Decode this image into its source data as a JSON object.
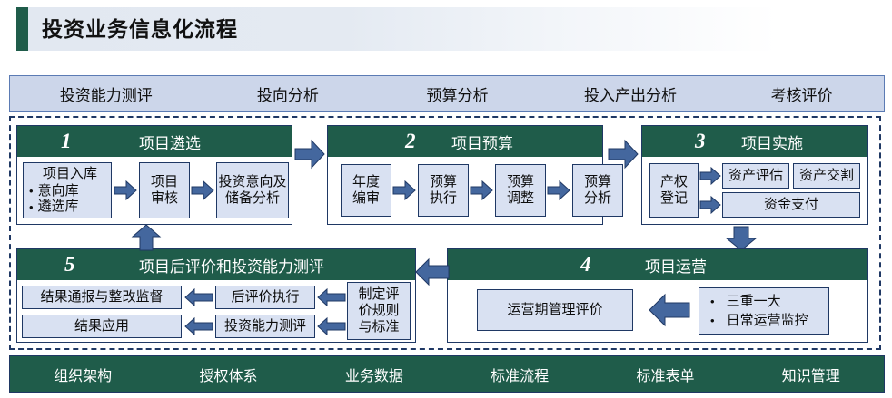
{
  "header": {
    "title": "投资业务信息化流程",
    "accent_color": "#1f5c4a",
    "band_color": "#e2e8f1"
  },
  "top_band": {
    "items": [
      {
        "label": "投资能力测评"
      },
      {
        "label": "投向分析"
      },
      {
        "label": "预算分析"
      },
      {
        "label": "投入产出分析"
      },
      {
        "label": "考核评价"
      }
    ]
  },
  "bottom_band": {
    "items": [
      {
        "label": "组织架构"
      },
      {
        "label": "授权体系"
      },
      {
        "label": "业务数据"
      },
      {
        "label": "标准流程"
      },
      {
        "label": "标准表单"
      },
      {
        "label": "知识管理"
      }
    ]
  },
  "stages": {
    "s1": {
      "number": "1",
      "title": "项目遴选",
      "b1_title": "项目入库",
      "b1_item1": "意向库",
      "b1_item2": "遴选库",
      "b2_line1": "项目",
      "b2_line2": "审核",
      "b3_line1": "投资意向及",
      "b3_line2": "储备分析"
    },
    "s2": {
      "number": "2",
      "title": "项目预算",
      "b1_line1": "年度",
      "b1_line2": "编审",
      "b2_line1": "预算",
      "b2_line2": "执行",
      "b3_line1": "预算",
      "b3_line2": "调整",
      "b4_line1": "预算",
      "b4_line2": "分析"
    },
    "s3": {
      "number": "3",
      "title": "项目实施",
      "b1_line1": "产权",
      "b1_line2": "登记",
      "b2": "资产评估",
      "b3": "资产交割",
      "b4": "资金支付"
    },
    "s4": {
      "number": "4",
      "title": "项目运营",
      "b1": "运营期管理评价",
      "b2_item1": "三重一大",
      "b2_item2": "日常运营监控"
    },
    "s5": {
      "number": "5",
      "title": "项目后评价和投资能力测评",
      "b1": "结果通报与整改监督",
      "b2": "后评价执行",
      "b3_line1": "制定评",
      "b3_line2": "价规则",
      "b3_line3": "与标准",
      "b4": "结果应用",
      "b5": "投资能力测评"
    }
  },
  "colors": {
    "green": "#1f5c4a",
    "navy": "#1f3864",
    "arrow_blue": "#44679e",
    "box_fill": "#d9e1f2",
    "band_fill": "#ccd6ea"
  }
}
